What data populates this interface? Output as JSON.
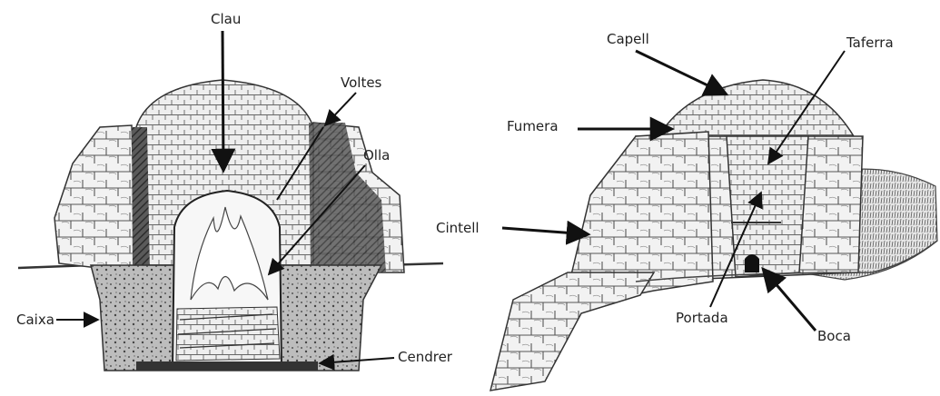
{
  "labels": {
    "clau": "Clau",
    "voltes": "Voltes",
    "olla": "Olla",
    "caixa": "Caixa",
    "cendrer": "Cendrer",
    "capell": "Capell",
    "taferra": "Taferra",
    "fumera": "Fumera",
    "cintell": "Cintell",
    "portada": "Portada",
    "boca": "Boca"
  }
}
